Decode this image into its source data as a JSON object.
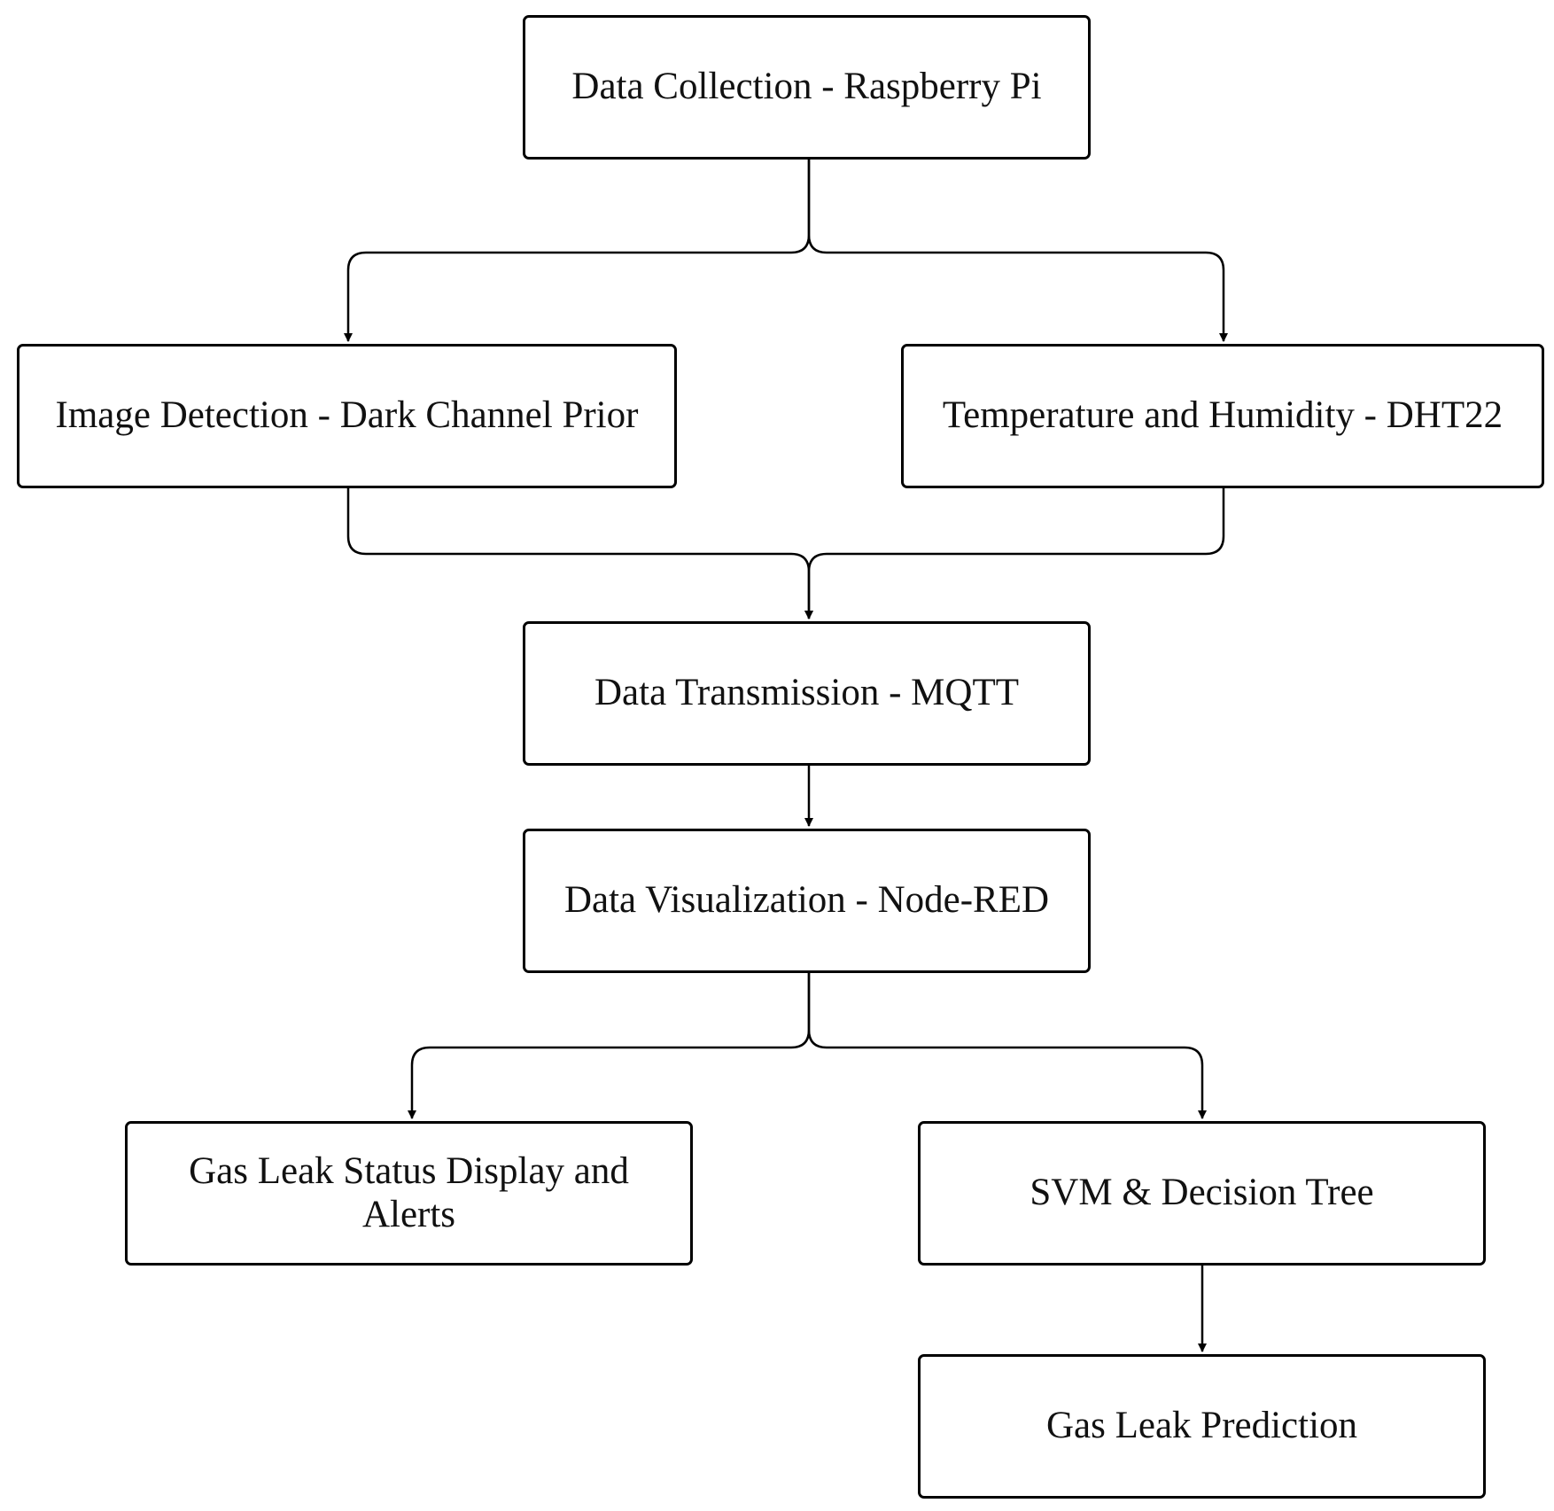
{
  "diagram": {
    "nodes": [
      {
        "id": "collection",
        "label": "Data Collection - Raspberry Pi"
      },
      {
        "id": "image",
        "label": "Image Detection - Dark Channel Prior"
      },
      {
        "id": "temp",
        "label": "Temperature and Humidity - DHT22"
      },
      {
        "id": "transmission",
        "label": "Data Transmission - MQTT"
      },
      {
        "id": "visualization",
        "label": "Data Visualization - Node-RED"
      },
      {
        "id": "alerts",
        "label": "Gas Leak Status Display and Alerts"
      },
      {
        "id": "ml",
        "label": "SVM & Decision Tree"
      },
      {
        "id": "prediction",
        "label": "Gas Leak Prediction"
      }
    ],
    "edges": [
      {
        "from": "collection",
        "to": "image"
      },
      {
        "from": "collection",
        "to": "temp"
      },
      {
        "from": "image",
        "to": "transmission"
      },
      {
        "from": "temp",
        "to": "transmission"
      },
      {
        "from": "transmission",
        "to": "visualization"
      },
      {
        "from": "visualization",
        "to": "alerts"
      },
      {
        "from": "visualization",
        "to": "ml"
      },
      {
        "from": "ml",
        "to": "prediction"
      }
    ]
  }
}
